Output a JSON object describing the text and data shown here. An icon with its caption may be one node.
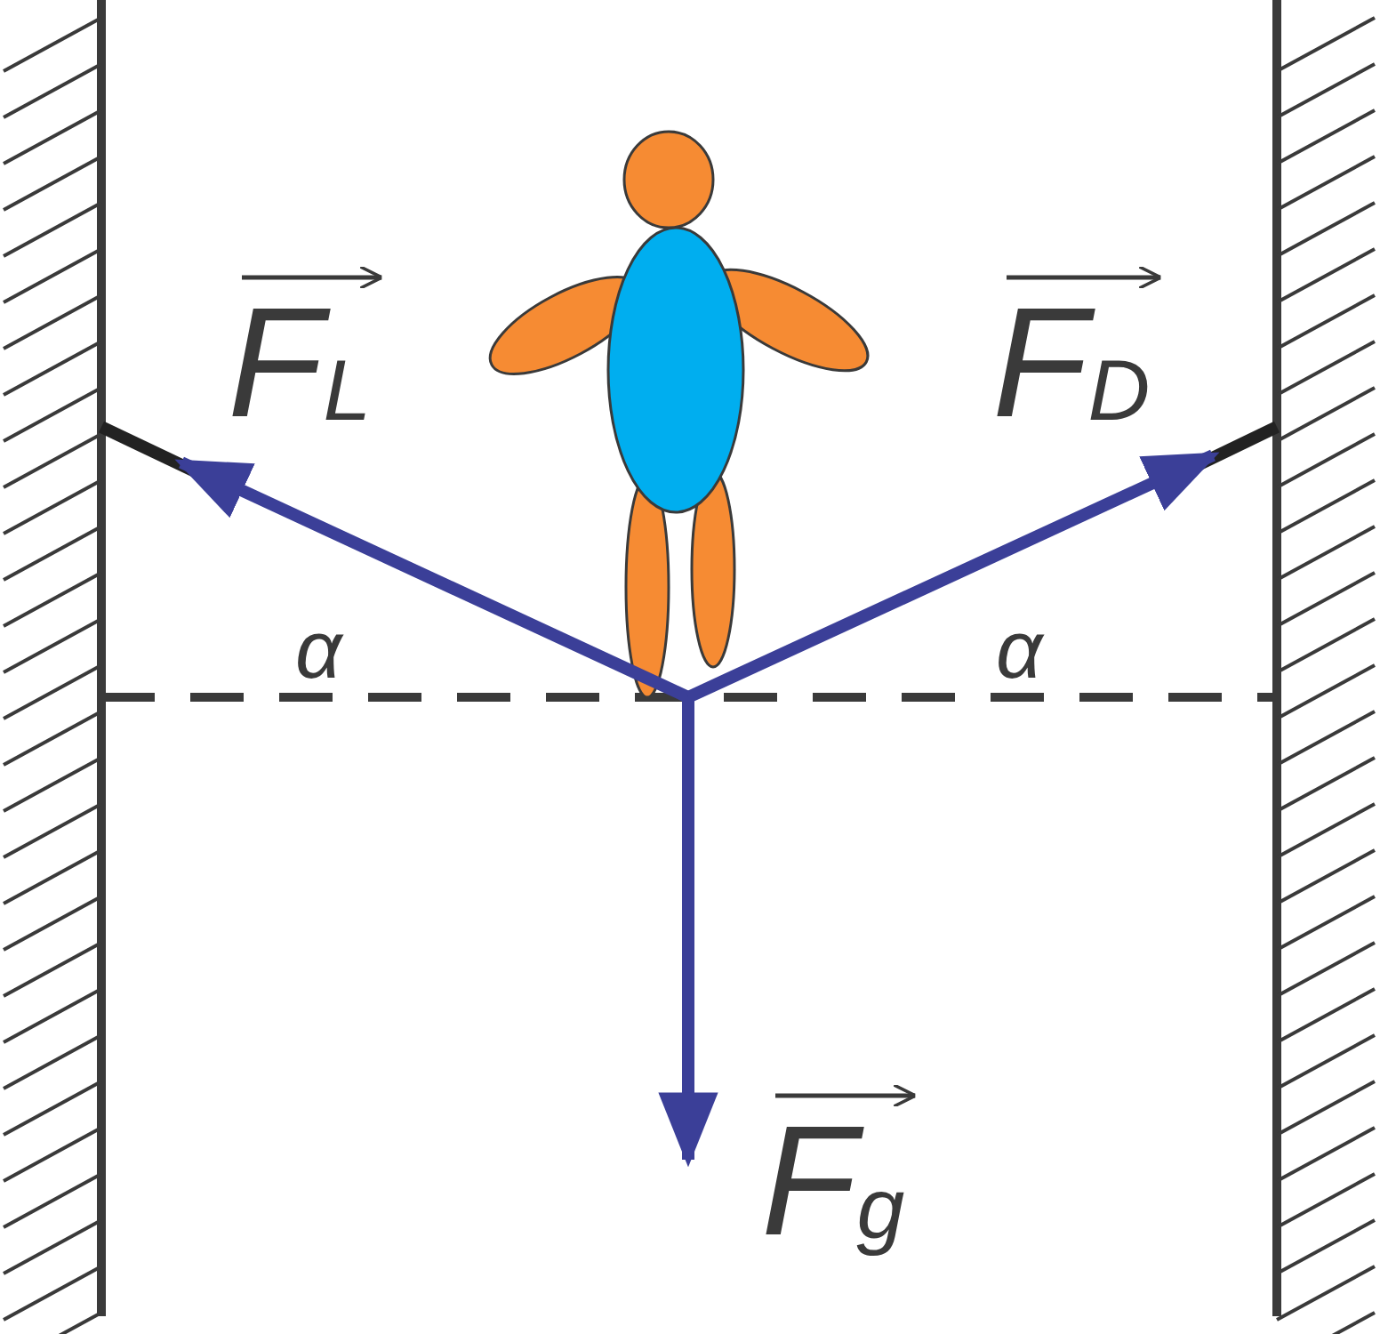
{
  "diagram": {
    "labels": [
      "F$_{L}$",
      "F$_{D}$",
      "α",
      "α",
      "F$_{g}$"
    ]
  }
}
